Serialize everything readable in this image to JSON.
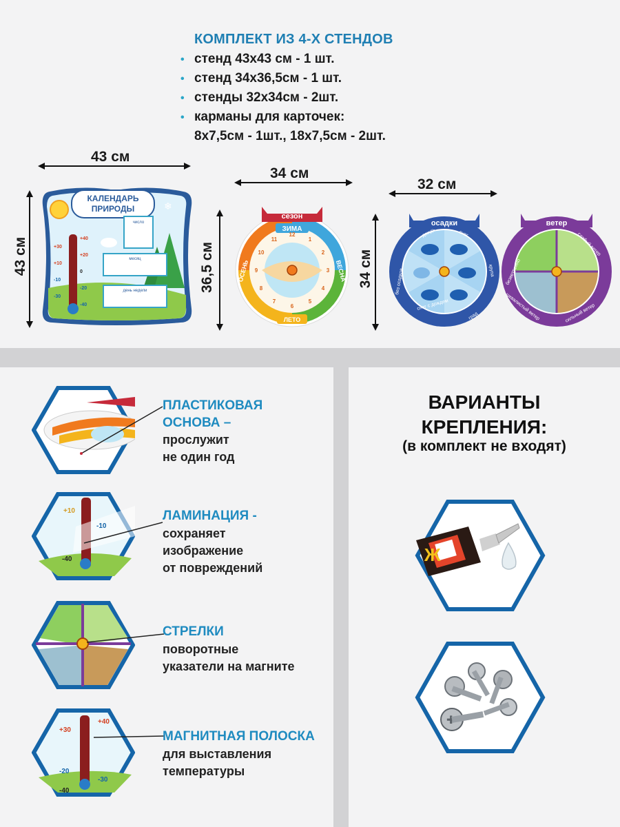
{
  "kit": {
    "title": "КОМПЛЕКТ ИЗ 4-Х СТЕНДОВ",
    "items": [
      "стенд 43х43 см - 1 шт.",
      "стенд  34х36,5см - 1 шт.",
      "стенды 32х34см - 2шт.",
      "карманы для карточек:"
    ],
    "items_cont": "8х7,5см - 1шт.,  18х7,5см - 2шт."
  },
  "stands": {
    "calendar": {
      "width": "43 см",
      "height": "43 см",
      "title_line1": "КАЛЕНДАРЬ",
      "title_line2": "ПРИРОДЫ",
      "pocket1": "число",
      "pocket2": "месяц",
      "pocket3": "день недели",
      "scale": [
        "+40",
        "+30",
        "+20",
        "+10",
        "0",
        "-10",
        "-20",
        "-30",
        "-40"
      ]
    },
    "season": {
      "width": "34 см",
      "height": "36,5 см",
      "header": "сезон",
      "top": "ЗИМА",
      "left": "ОСЕНЬ",
      "right": "ВЕСНА",
      "bottom": "ЛЕТО",
      "clock": [
        "1",
        "2",
        "3",
        "4",
        "5",
        "6",
        "7",
        "8",
        "9",
        "10",
        "11",
        "12"
      ]
    },
    "precip": {
      "width": "32 см",
      "height": "34 см",
      "header": "осадки",
      "labels": [
        "дождь",
        "снег",
        "крупа",
        "град",
        "снег с дождем",
        "без осадков"
      ]
    },
    "wind": {
      "header": "ветер",
      "labels": [
        "безветренно",
        "слабый ветер",
        "сильный ветер",
        "шквалистый ветер"
      ]
    }
  },
  "features": [
    {
      "title": [
        "ПЛАСТИКОВАЯ",
        "ОСНОВА –"
      ],
      "desc": [
        "прослужит",
        "не один год"
      ]
    },
    {
      "title": [
        "ЛАМИНАЦИЯ -"
      ],
      "desc": [
        "сохраняет",
        "изображение",
        "от повреждений"
      ]
    },
    {
      "title": [
        "СТРЕЛКИ"
      ],
      "desc": [
        "поворотные",
        "указатели на магните"
      ]
    },
    {
      "title": [
        "МАГНИТНАЯ ПОЛОСКА"
      ],
      "desc": [
        "для выставления",
        "температуры"
      ]
    }
  ],
  "mounting": {
    "title_line1": "ВАРИАНТЫ",
    "title_line2": "КРЕПЛЕНИЯ:",
    "subtitle": "(в комплект не входят)",
    "options": [
      "glue-tube-icon",
      "screws-icon"
    ]
  },
  "colors": {
    "accent_blue": "#1f8bc0",
    "hex_border": "#1565a8",
    "divider": "#d2d2d4"
  }
}
